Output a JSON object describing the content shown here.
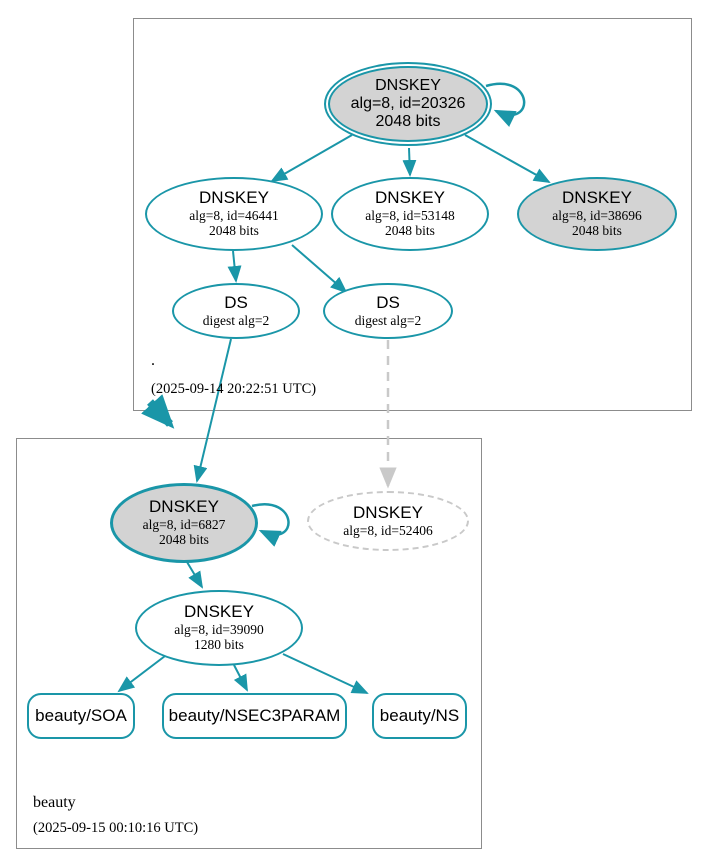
{
  "diagram_type": "dnssec-authentication-chain",
  "colors": {
    "edge_teal": "#1a96a8",
    "node_fill_gray": "#d3d3d3",
    "dashed_gray": "#c9c9c9",
    "zone_box_border": "#8c8c8c",
    "text": "#000000"
  },
  "root_zone": {
    "label": ".",
    "timestamp": "(2025-09-14 20:22:51 UTC)"
  },
  "beauty_zone": {
    "label": "beauty",
    "timestamp": "(2025-09-15 00:10:16 UTC)"
  },
  "nodes": {
    "dnskey_20326": {
      "title": "DNSKEY",
      "detail": "alg=8, id=20326",
      "size": "2048 bits"
    },
    "dnskey_46441": {
      "title": "DNSKEY",
      "detail": "alg=8, id=46441",
      "size": "2048 bits"
    },
    "dnskey_53148": {
      "title": "DNSKEY",
      "detail": "alg=8, id=53148",
      "size": "2048 bits"
    },
    "dnskey_38696": {
      "title": "DNSKEY",
      "detail": "alg=8, id=38696",
      "size": "2048 bits"
    },
    "ds_left": {
      "title": "DS",
      "detail": "digest alg=2"
    },
    "ds_right": {
      "title": "DS",
      "detail": "digest alg=2"
    },
    "dnskey_6827": {
      "title": "DNSKEY",
      "detail": "alg=8, id=6827",
      "size": "2048 bits"
    },
    "dnskey_52406": {
      "title": "DNSKEY",
      "detail": "alg=8, id=52406"
    },
    "dnskey_39090": {
      "title": "DNSKEY",
      "detail": "alg=8, id=39090",
      "size": "1280 bits"
    },
    "rrset_soa": {
      "label": "beauty/SOA"
    },
    "rrset_nsec3param": {
      "label": "beauty/NSEC3PARAM"
    },
    "rrset_ns": {
      "label": "beauty/NS"
    }
  }
}
